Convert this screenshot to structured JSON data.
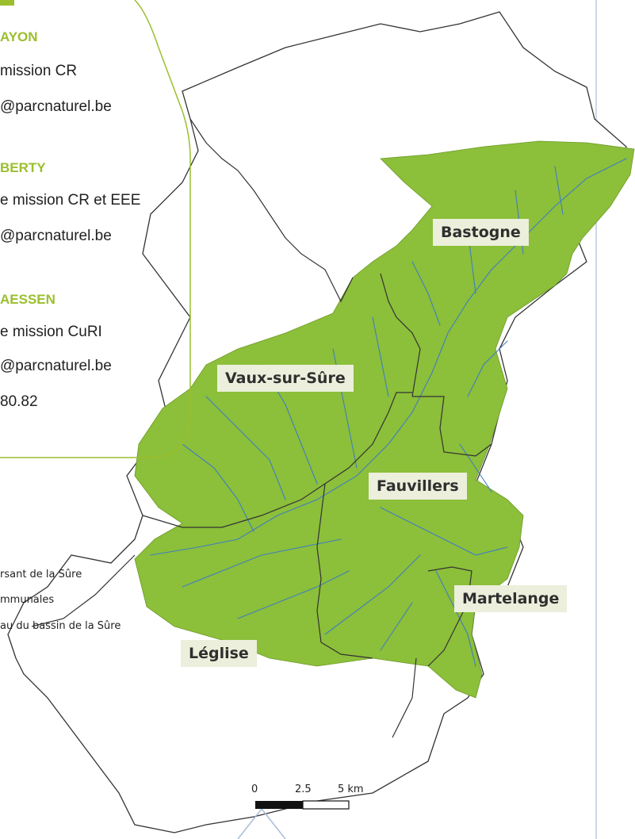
{
  "contacts": [
    {
      "name": "AYON",
      "role": "mission CR",
      "email": "@parcnaturel.be"
    },
    {
      "name": "BERTY",
      "role": "e mission CR et EEE",
      "email": "@parcnaturel.be"
    },
    {
      "name": "AESSEN",
      "role": "e mission CuRI",
      "email": "@parcnaturel.be"
    }
  ],
  "phone": "80.82",
  "legend": {
    "items": [
      "rsant de la Sûre",
      "mmunales",
      "au du bassin de la Sûre"
    ]
  },
  "places": {
    "bastogne": "Bastogne",
    "vaux": "Vaux-sur-Sûre",
    "fauvillers": "Fauvillers",
    "martelange": "Martelange",
    "leglise": "Léglise"
  },
  "scale": {
    "labels": [
      "0",
      "2.5",
      "5 km"
    ]
  },
  "colors": {
    "basin": "#8cbf3a",
    "river": "#3f7fbf",
    "accent": "#9bbf2e",
    "label_bg": "#ecefdb"
  }
}
